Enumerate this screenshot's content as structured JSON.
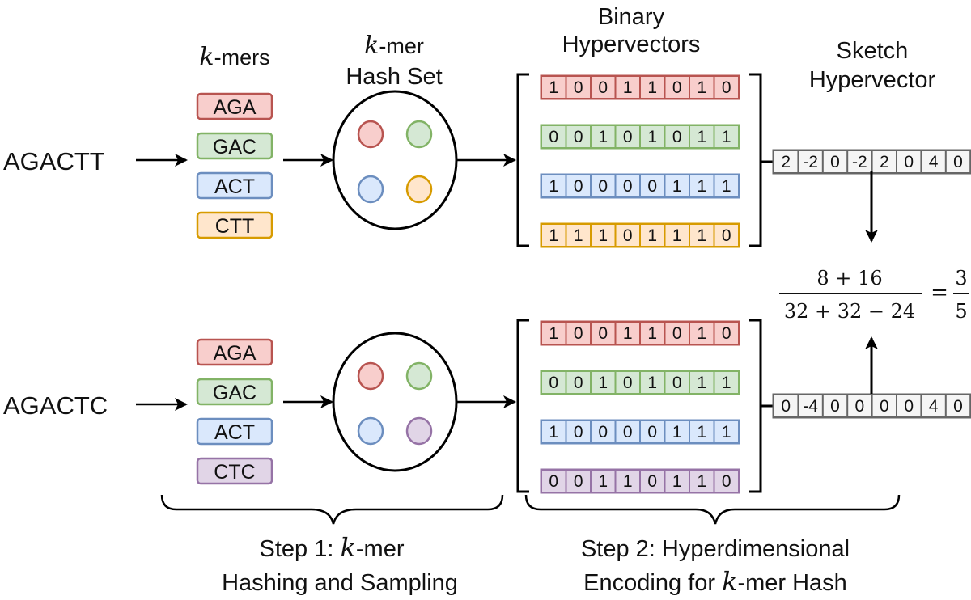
{
  "headers": {
    "kmers": {
      "k": "k",
      "rest": "-mers"
    },
    "hash_set": {
      "k": "k",
      "line1_rest": "-mer",
      "line2": "Hash Set"
    },
    "binary": {
      "line1": "Binary",
      "line2": "Hypervectors"
    },
    "sketch": {
      "line1": "Sketch",
      "line2": "Hypervector"
    }
  },
  "colors": {
    "red": {
      "fill": "#f8cecc",
      "stroke": "#b85450"
    },
    "green": {
      "fill": "#d5e8d4",
      "stroke": "#82b366"
    },
    "blue": {
      "fill": "#dae8fc",
      "stroke": "#6c8ebf"
    },
    "orange": {
      "fill": "#ffe6cc",
      "stroke": "#d79b00"
    },
    "purple": {
      "fill": "#e1d5e7",
      "stroke": "#9673a6"
    },
    "gray": {
      "fill": "#f5f5f5",
      "stroke": "#666666"
    }
  },
  "rows": [
    {
      "sequence": "AGACTT",
      "kmers": [
        {
          "label": "AGA",
          "color": "red"
        },
        {
          "label": "GAC",
          "color": "green"
        },
        {
          "label": "ACT",
          "color": "blue"
        },
        {
          "label": "CTT",
          "color": "orange"
        }
      ],
      "hash_dots": [
        "red",
        "green",
        "blue",
        "orange"
      ],
      "hypervectors": [
        {
          "color": "red",
          "bits": [
            "1",
            "0",
            "0",
            "1",
            "1",
            "0",
            "1",
            "0"
          ]
        },
        {
          "color": "green",
          "bits": [
            "0",
            "0",
            "1",
            "0",
            "1",
            "0",
            "1",
            "1"
          ]
        },
        {
          "color": "blue",
          "bits": [
            "1",
            "0",
            "0",
            "0",
            "0",
            "1",
            "1",
            "1"
          ]
        },
        {
          "color": "orange",
          "bits": [
            "1",
            "1",
            "1",
            "0",
            "1",
            "1",
            "1",
            "0"
          ]
        }
      ],
      "sketch": [
        "2",
        "-2",
        "0",
        "-2",
        "2",
        "0",
        "4",
        "0"
      ]
    },
    {
      "sequence": "AGACTC",
      "kmers": [
        {
          "label": "AGA",
          "color": "red"
        },
        {
          "label": "GAC",
          "color": "green"
        },
        {
          "label": "ACT",
          "color": "blue"
        },
        {
          "label": "CTC",
          "color": "purple"
        }
      ],
      "hash_dots": [
        "red",
        "green",
        "blue",
        "purple"
      ],
      "hypervectors": [
        {
          "color": "red",
          "bits": [
            "1",
            "0",
            "0",
            "1",
            "1",
            "0",
            "1",
            "0"
          ]
        },
        {
          "color": "green",
          "bits": [
            "0",
            "0",
            "1",
            "0",
            "1",
            "0",
            "1",
            "1"
          ]
        },
        {
          "color": "blue",
          "bits": [
            "1",
            "0",
            "0",
            "0",
            "0",
            "1",
            "1",
            "1"
          ]
        },
        {
          "color": "purple",
          "bits": [
            "0",
            "0",
            "1",
            "1",
            "0",
            "1",
            "1",
            "0"
          ]
        }
      ],
      "sketch": [
        "0",
        "-4",
        "0",
        "0",
        "0",
        "0",
        "4",
        "0"
      ]
    }
  ],
  "formula": {
    "numerator": "8 + 16",
    "denominator": "32 + 32 − 24",
    "equals": "=",
    "result_num": "3",
    "result_den": "5"
  },
  "steps": [
    {
      "line1_pre": "Step 1: ",
      "k": "k",
      "line1_post": "-mer",
      "line2_pre": "Hashing and Sampling",
      "line2_k": "",
      "line2_post": ""
    },
    {
      "line1_pre": "Step 2: Hyperdimensional",
      "k": "",
      "line1_post": "",
      "line2_pre": "Encoding for ",
      "line2_k": "k",
      "line2_post": "-mer Hash"
    }
  ]
}
